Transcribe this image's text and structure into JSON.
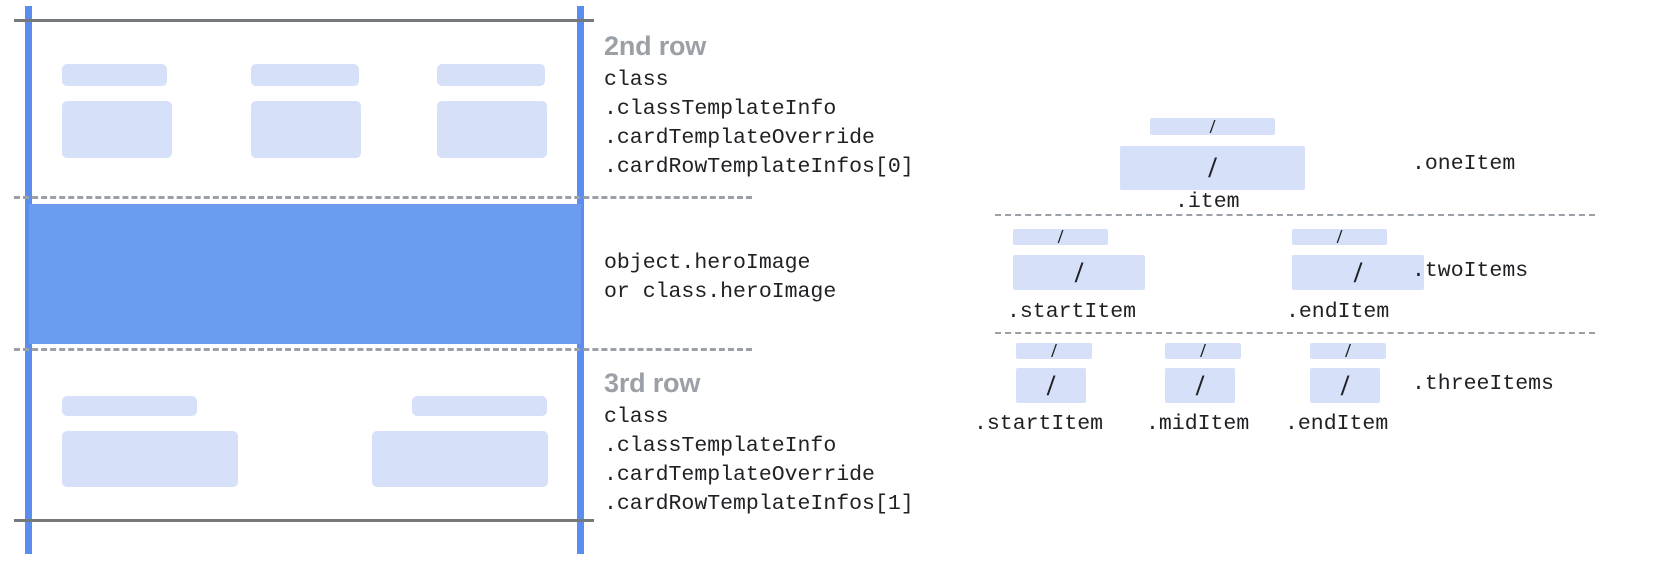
{
  "card_preview": {
    "rows": [
      {
        "title": "2nd row",
        "code": "class\n.classTemplateInfo\n.cardTemplateOverride\n.cardRowTemplateInfos[0]",
        "columns": 3
      },
      {
        "title": "",
        "code": "object.heroImage\nor class.heroImage",
        "columns": 0
      },
      {
        "title": "3rd row",
        "code": "class\n.classTemplateInfo\n.cardTemplateOverride\n.cardRowTemplateInfos[1]",
        "columns": 2
      }
    ]
  },
  "item_layouts": [
    {
      "group_label": ".oneItem",
      "items": [
        {
          "label": ".item",
          "glyph": "/"
        }
      ]
    },
    {
      "group_label": ".twoItems",
      "items": [
        {
          "label": ".startItem",
          "glyph": "/"
        },
        {
          "label": ".endItem",
          "glyph": "/"
        }
      ]
    },
    {
      "group_label": ".threeItems",
      "items": [
        {
          "label": ".startItem",
          "glyph": "/"
        },
        {
          "label": ".midItem",
          "glyph": "/"
        },
        {
          "label": ".endItem",
          "glyph": "/"
        }
      ]
    }
  ],
  "colors": {
    "rail_blue": "#5b8def",
    "hero_blue": "#6c9cf0",
    "placeholder_blue": "#d7e0f9",
    "rule_gray": "#76797c",
    "dash_gray": "#9aa0a6",
    "title_gray": "#9aa0a6",
    "text_dark": "#202124"
  }
}
